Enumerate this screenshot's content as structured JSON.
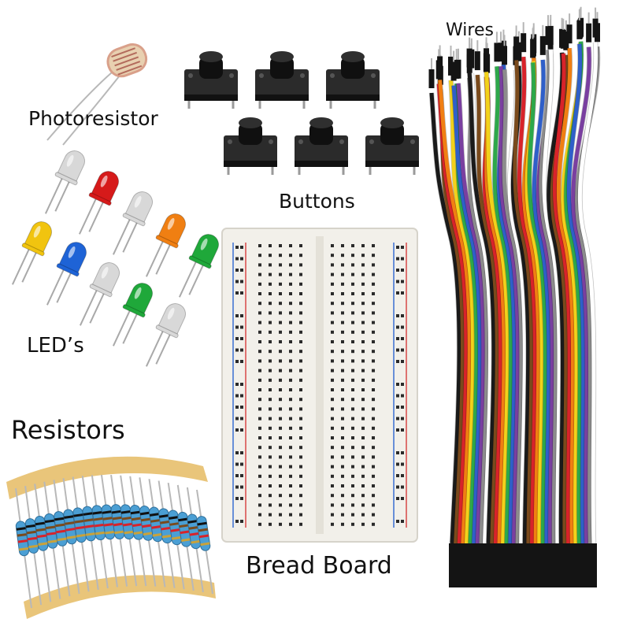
{
  "labels": {
    "photoresistor": "Photoresistor",
    "wires": "Wires",
    "buttons": "Buttons",
    "leds": "LED’s",
    "resistors": "Resistors",
    "breadboard": "Bread Board"
  },
  "icons": {
    "photoresistor": "photoresistor-icon",
    "buttons": "push-button-icon",
    "leds": "led-icon",
    "resistors": "resistor-icon",
    "breadboard": "breadboard-icon",
    "wires": "jumper-wire-icon"
  },
  "colors": {
    "led_palette": [
      "#d8d8d8",
      "#d61a1a",
      "#d8d8d8",
      "#f1c40f",
      "#1e63d6",
      "#d8d8d8",
      "#f07f12",
      "#1fa83a",
      "#1fa83a",
      "#d8d8d8"
    ],
    "wire_palette": [
      "#1a1a1a",
      "#7a4a1c",
      "#d8232a",
      "#f07f12",
      "#f2d21b",
      "#2da84a",
      "#2f5fc9",
      "#7a3fa0",
      "#8c8c8c",
      "#ffffff"
    ],
    "breadboard_body": "#f2f0ea",
    "rail_red": "#d84848",
    "rail_blue": "#3b6fd1",
    "resistor_body": "#4b9fd4",
    "resistor_tape": "#e9c57a"
  }
}
